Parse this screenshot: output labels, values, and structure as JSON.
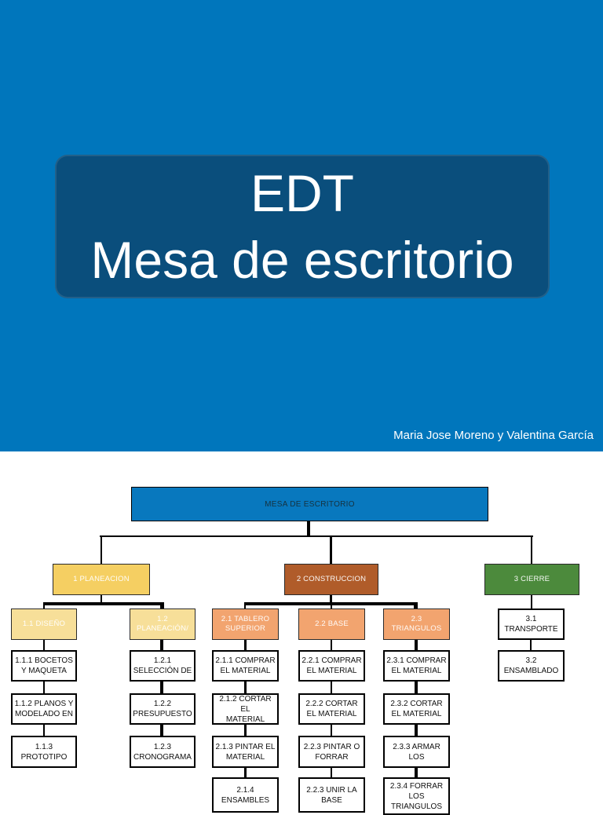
{
  "slide": {
    "title_line1": "EDT",
    "title_line2": "Mesa de escritorio",
    "attribution": "Maria Jose Moreno y Valentina García"
  },
  "colors": {
    "background_blue": "#0076BC",
    "title_card_blue": "#0A4E7C",
    "root_node_blue": "#0878BE",
    "planeacion_yellow": "#F5CF62",
    "construccion_brown": "#B05C2A",
    "cierre_green": "#4C8A3C",
    "light_yellow": "#F7DF99",
    "salmon_orange": "#F2A46F",
    "white_node": "#FFFFFF",
    "connector_black": "#000000"
  },
  "chart": {
    "type": "org-tree",
    "title": "MESA DE ESCRITORIO",
    "nodes": [
      {
        "id": "mesa",
        "parent": null,
        "style": "root",
        "label": "MESA DE ESCRITORIO"
      },
      {
        "id": "p1",
        "parent": "mesa",
        "style": "yellow",
        "label": "1 PLANEACION"
      },
      {
        "id": "p2",
        "parent": "mesa",
        "style": "brown",
        "label": "2 CONSTRUCCION"
      },
      {
        "id": "p3",
        "parent": "mesa",
        "style": "green",
        "label": "3 CIERRE"
      },
      {
        "id": "n11",
        "parent": "p1",
        "style": "lightyellow",
        "label": "1.1 DISEÑO"
      },
      {
        "id": "n12",
        "parent": "p1",
        "style": "lightyellow",
        "label": "1.2\nPLANEACIÓN/"
      },
      {
        "id": "n21",
        "parent": "p2",
        "style": "salmon",
        "label": "2.1 TABLERO\nSUPERIOR"
      },
      {
        "id": "n22",
        "parent": "p2",
        "style": "salmon",
        "label": "2.2 BASE"
      },
      {
        "id": "n23",
        "parent": "p2",
        "style": "salmon",
        "label": "2.3\nTRIANGULOS"
      },
      {
        "id": "n31",
        "parent": "p3",
        "style": "white",
        "label": "3.1\nTRANSPORTE"
      },
      {
        "id": "n111",
        "parent": "n11",
        "style": "white",
        "label": "1.1.1 BOCETOS\nY MAQUETA"
      },
      {
        "id": "n121",
        "parent": "n12",
        "style": "white",
        "label": "1.2.1\nSELECCIÓN DE"
      },
      {
        "id": "n211",
        "parent": "n21",
        "style": "white",
        "label": "2.1.1 COMPRAR\nEL MATERIAL"
      },
      {
        "id": "n221",
        "parent": "n22",
        "style": "white",
        "label": "2.2.1 COMPRAR\nEL MATERIAL"
      },
      {
        "id": "n231",
        "parent": "n23",
        "style": "white",
        "label": "2.3.1 COMPRAR\nEL MATERIAL"
      },
      {
        "id": "n32",
        "parent": "p3",
        "style": "white",
        "label": "3.2\nENSAMBLADO"
      },
      {
        "id": "n112",
        "parent": "n11",
        "style": "white",
        "label": "1.1.2 PLANOS Y\nMODELADO EN"
      },
      {
        "id": "n122",
        "parent": "n12",
        "style": "white",
        "label": "1.2.2\nPRESUPUESTO"
      },
      {
        "id": "n212",
        "parent": "n21",
        "style": "white",
        "label": "2.1.2 CORTAR EL\nMATERIAL"
      },
      {
        "id": "n222",
        "parent": "n22",
        "style": "white",
        "label": "2.2.2 CORTAR\nEL MATERIAL"
      },
      {
        "id": "n232",
        "parent": "n23",
        "style": "white",
        "label": "2.3.2 CORTAR\nEL MATERIAL"
      },
      {
        "id": "n113",
        "parent": "n11",
        "style": "white",
        "label": "1.1.3\nPROTOTIPO"
      },
      {
        "id": "n123",
        "parent": "n12",
        "style": "white",
        "label": "1.2.3\nCRONOGRAMA"
      },
      {
        "id": "n213",
        "parent": "n21",
        "style": "white",
        "label": "2.1.3 PINTAR EL\nMATERIAL"
      },
      {
        "id": "n223",
        "parent": "n22",
        "style": "white",
        "label": "2.2.3 PINTAR O\nFORRAR"
      },
      {
        "id": "n233",
        "parent": "n23",
        "style": "white",
        "label": "2.3.3 ARMAR\nLOS"
      },
      {
        "id": "n214",
        "parent": "n21",
        "style": "white",
        "label": "2.1.4\nENSAMBLES"
      },
      {
        "id": "n224",
        "parent": "n22",
        "style": "white",
        "label": "2.2.3 UNIR LA\nBASE"
      },
      {
        "id": "n234",
        "parent": "n23",
        "style": "white",
        "label": "2.3.4 FORRAR\nLOS\nTRIANGULOS"
      }
    ]
  }
}
